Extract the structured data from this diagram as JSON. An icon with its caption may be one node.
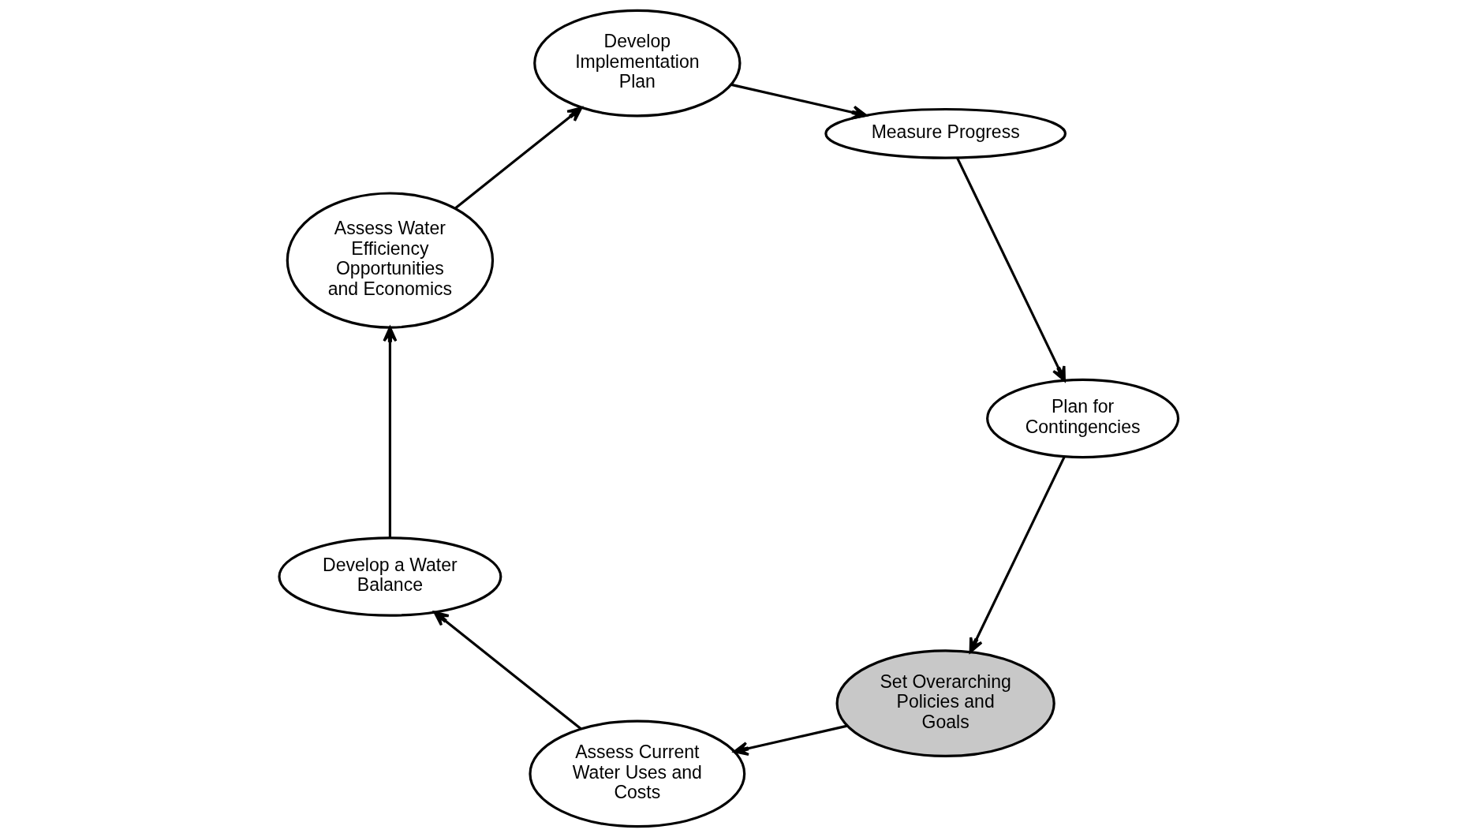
{
  "diagram": {
    "nodes": [
      {
        "text": [
          "Set Overarching Policies and Goals"
        ]
      },
      {
        "text": [
          "Assess Current Water Uses and Costs"
        ]
      },
      {
        "text": [
          "Develop a Water Balance"
        ]
      },
      {
        "text": [
          "Assess Water Efficiency Opportunities and Economics"
        ]
      },
      {
        "text": [
          "Develop Implementation Plan"
        ]
      },
      {
        "text": [
          "Measure Progress"
        ]
      },
      {
        "text": [
          "Plan for Contingencies"
        ]
      }
    ],
    "edges": [
      {
        "from": 0,
        "to": 1,
        "arrow": "to"
      },
      {
        "from": 1,
        "to": 2,
        "arrow": "to"
      },
      {
        "from": 2,
        "to": 3,
        "arrow": "to"
      },
      {
        "from": 3,
        "to": 4,
        "arrow": "to"
      },
      {
        "from": 4,
        "to": 5,
        "arrow": "to"
      },
      {
        "from": 5,
        "to": 6,
        "arrow": "to"
      },
      {
        "from": 6,
        "to": 0,
        "arrow": "to"
      }
    ]
  }
}
